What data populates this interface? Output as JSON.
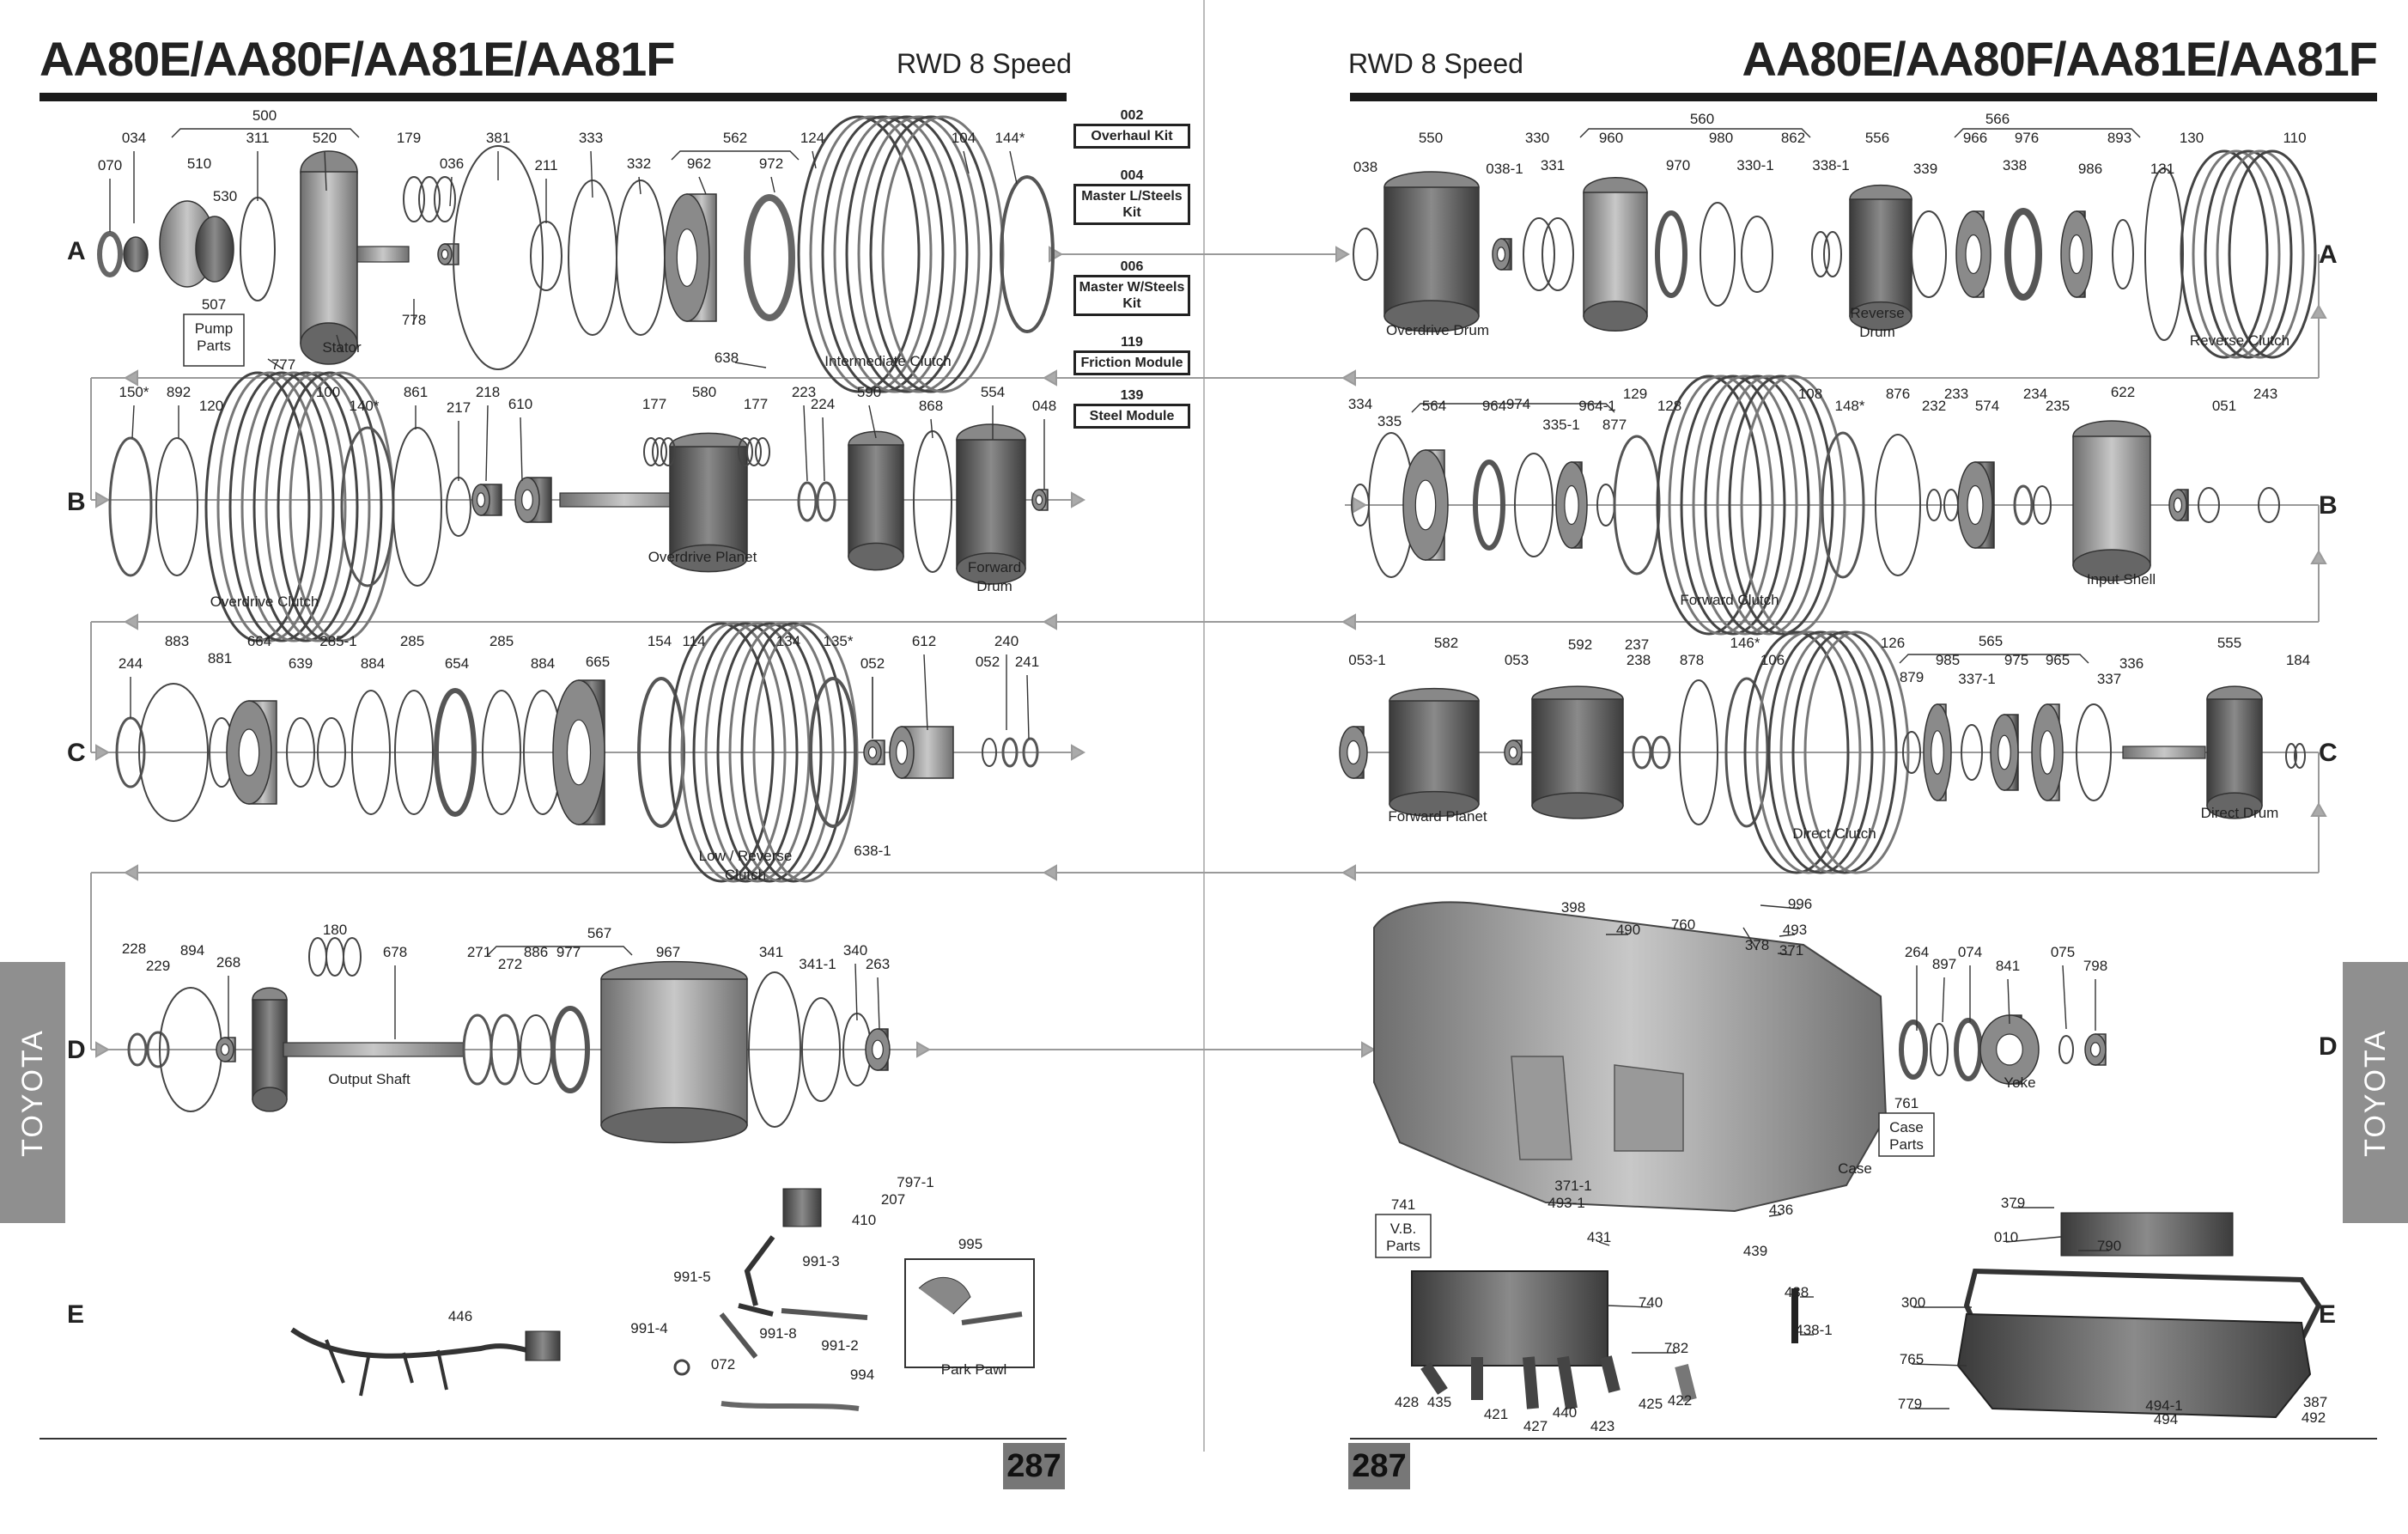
{
  "left_page": {
    "title": "AA80E/AA80F/AA81E/AA81F",
    "subtitle": "RWD 8 Speed",
    "page_number": "287",
    "side_tab": "TOYOTA"
  },
  "right_page": {
    "title": "AA80E/AA80F/AA81E/AA81F",
    "subtitle": "RWD 8 Speed",
    "page_number": "287",
    "side_tab": "TOYOTA"
  },
  "row_labels": [
    "A",
    "B",
    "C",
    "D",
    "E"
  ],
  "kits": [
    {
      "num": "002",
      "label": "Overhaul Kit"
    },
    {
      "num": "004",
      "label": "Master L/Steels Kit"
    },
    {
      "num": "006",
      "label": "Master W/Steels Kit"
    },
    {
      "num": "119",
      "label": "Friction Module"
    },
    {
      "num": "139",
      "label": "Steel Module"
    }
  ],
  "boxed_groups": [
    {
      "num": "507",
      "label": "Pump Parts"
    },
    {
      "num": "761",
      "label": "Case Parts"
    },
    {
      "num": "741",
      "label": "V.B. Parts"
    }
  ],
  "colors": {
    "ink": "#222222",
    "part": "#9a9a9a",
    "part_dark": "#555555",
    "tab": "#8f8f8f",
    "rule": "#1a1a1a"
  },
  "callouts": [
    {
      "t": "070"
    },
    {
      "t": "034"
    },
    {
      "t": "500"
    },
    {
      "t": "510"
    },
    {
      "t": "530"
    },
    {
      "t": "311"
    },
    {
      "t": "520"
    },
    {
      "t": "179"
    },
    {
      "t": "036"
    },
    {
      "t": "381"
    },
    {
      "t": "211"
    },
    {
      "t": "333"
    },
    {
      "t": "332"
    },
    {
      "t": "562"
    },
    {
      "t": "962"
    },
    {
      "t": "972"
    },
    {
      "t": "124"
    },
    {
      "t": "104"
    },
    {
      "t": "144*"
    },
    {
      "t": "Stator"
    },
    {
      "t": "778"
    },
    {
      "t": "777"
    },
    {
      "t": "638"
    },
    {
      "t": "Intermediate Clutch"
    },
    {
      "t": "150*"
    },
    {
      "t": "892"
    },
    {
      "t": "120"
    },
    {
      "t": "100"
    },
    {
      "t": "140*"
    },
    {
      "t": "861"
    },
    {
      "t": "217"
    },
    {
      "t": "218"
    },
    {
      "t": "610"
    },
    {
      "t": "177"
    },
    {
      "t": "580"
    },
    {
      "t": "177"
    },
    {
      "t": "223"
    },
    {
      "t": "224"
    },
    {
      "t": "590"
    },
    {
      "t": "868"
    },
    {
      "t": "554"
    },
    {
      "t": "048"
    },
    {
      "t": "Overdrive Clutch"
    },
    {
      "t": "Overdrive Planet"
    },
    {
      "t": "Forward"
    },
    {
      "t": "Drum"
    },
    {
      "t": "244"
    },
    {
      "t": "883"
    },
    {
      "t": "881"
    },
    {
      "t": "664"
    },
    {
      "t": "639"
    },
    {
      "t": "285-1"
    },
    {
      "t": "884"
    },
    {
      "t": "285"
    },
    {
      "t": "654"
    },
    {
      "t": "285"
    },
    {
      "t": "884"
    },
    {
      "t": "665"
    },
    {
      "t": "154"
    },
    {
      "t": "114"
    },
    {
      "t": "134"
    },
    {
      "t": "135*"
    },
    {
      "t": "052"
    },
    {
      "t": "612"
    },
    {
      "t": "240"
    },
    {
      "t": "052"
    },
    {
      "t": "241"
    },
    {
      "t": "Low / Reverse"
    },
    {
      "t": "Clutch"
    },
    {
      "t": "638-1"
    },
    {
      "t": "228"
    },
    {
      "t": "229"
    },
    {
      "t": "894"
    },
    {
      "t": "268"
    },
    {
      "t": "180"
    },
    {
      "t": "678"
    },
    {
      "t": "Output Shaft"
    },
    {
      "t": "271"
    },
    {
      "t": "272"
    },
    {
      "t": "886"
    },
    {
      "t": "977"
    },
    {
      "t": "567"
    },
    {
      "t": "967"
    },
    {
      "t": "341"
    },
    {
      "t": "341-1"
    },
    {
      "t": "340"
    },
    {
      "t": "263"
    },
    {
      "t": "446"
    },
    {
      "t": "797-1"
    },
    {
      "t": "207"
    },
    {
      "t": "410"
    },
    {
      "t": "991-3"
    },
    {
      "t": "991-5"
    },
    {
      "t": "991-4"
    },
    {
      "t": "991-8"
    },
    {
      "t": "991-2"
    },
    {
      "t": "072"
    },
    {
      "t": "994"
    },
    {
      "t": "995"
    },
    {
      "t": "Park Pawl"
    },
    {
      "t": "038"
    },
    {
      "t": "550"
    },
    {
      "t": "038-1"
    },
    {
      "t": "330"
    },
    {
      "t": "331"
    },
    {
      "t": "560"
    },
    {
      "t": "960"
    },
    {
      "t": "970"
    },
    {
      "t": "980"
    },
    {
      "t": "330-1"
    },
    {
      "t": "862"
    },
    {
      "t": "338-1"
    },
    {
      "t": "556"
    },
    {
      "t": "339"
    },
    {
      "t": "566"
    },
    {
      "t": "966"
    },
    {
      "t": "338"
    },
    {
      "t": "976"
    },
    {
      "t": "986"
    },
    {
      "t": "893"
    },
    {
      "t": "131"
    },
    {
      "t": "130"
    },
    {
      "t": "110"
    },
    {
      "t": "Overdrive Drum"
    },
    {
      "t": "Reverse"
    },
    {
      "t": "Drum"
    },
    {
      "t": "Reverse Clutch"
    },
    {
      "t": "334"
    },
    {
      "t": "335"
    },
    {
      "t": "564"
    },
    {
      "t": "964"
    },
    {
      "t": "974"
    },
    {
      "t": "335-1"
    },
    {
      "t": "964-1"
    },
    {
      "t": "877"
    },
    {
      "t": "129"
    },
    {
      "t": "128"
    },
    {
      "t": "108"
    },
    {
      "t": "148*"
    },
    {
      "t": "876"
    },
    {
      "t": "232"
    },
    {
      "t": "233"
    },
    {
      "t": "574"
    },
    {
      "t": "234"
    },
    {
      "t": "235"
    },
    {
      "t": "622"
    },
    {
      "t": "051"
    },
    {
      "t": "243"
    },
    {
      "t": "Forward Clutch"
    },
    {
      "t": "Input Shell"
    },
    {
      "t": "053-1"
    },
    {
      "t": "582"
    },
    {
      "t": "053"
    },
    {
      "t": "592"
    },
    {
      "t": "237"
    },
    {
      "t": "238"
    },
    {
      "t": "878"
    },
    {
      "t": "146*"
    },
    {
      "t": "106"
    },
    {
      "t": "126"
    },
    {
      "t": "565"
    },
    {
      "t": "879"
    },
    {
      "t": "985"
    },
    {
      "t": "337-1"
    },
    {
      "t": "975"
    },
    {
      "t": "965"
    },
    {
      "t": "337"
    },
    {
      "t": "336"
    },
    {
      "t": "555"
    },
    {
      "t": "184"
    },
    {
      "t": "Forward Planet"
    },
    {
      "t": "Direct Clutch"
    },
    {
      "t": "Direct Drum"
    },
    {
      "t": "398"
    },
    {
      "t": "490"
    },
    {
      "t": "760"
    },
    {
      "t": "378"
    },
    {
      "t": "996"
    },
    {
      "t": "493"
    },
    {
      "t": "371"
    },
    {
      "t": "264"
    },
    {
      "t": "897"
    },
    {
      "t": "074"
    },
    {
      "t": "841"
    },
    {
      "t": "075"
    },
    {
      "t": "798"
    },
    {
      "t": "Yoke"
    },
    {
      "t": "Case"
    },
    {
      "t": "371-1"
    },
    {
      "t": "493-1"
    },
    {
      "t": "431"
    },
    {
      "t": "436"
    },
    {
      "t": "439"
    },
    {
      "t": "740"
    },
    {
      "t": "438"
    },
    {
      "t": "438-1"
    },
    {
      "t": "782"
    },
    {
      "t": "428"
    },
    {
      "t": "435"
    },
    {
      "t": "421"
    },
    {
      "t": "427"
    },
    {
      "t": "440"
    },
    {
      "t": "423"
    },
    {
      "t": "425"
    },
    {
      "t": "422"
    },
    {
      "t": "379"
    },
    {
      "t": "010"
    },
    {
      "t": "790"
    },
    {
      "t": "300"
    },
    {
      "t": "765"
    },
    {
      "t": "779"
    },
    {
      "t": "494-1"
    },
    {
      "t": "494"
    },
    {
      "t": "387"
    },
    {
      "t": "492"
    }
  ]
}
